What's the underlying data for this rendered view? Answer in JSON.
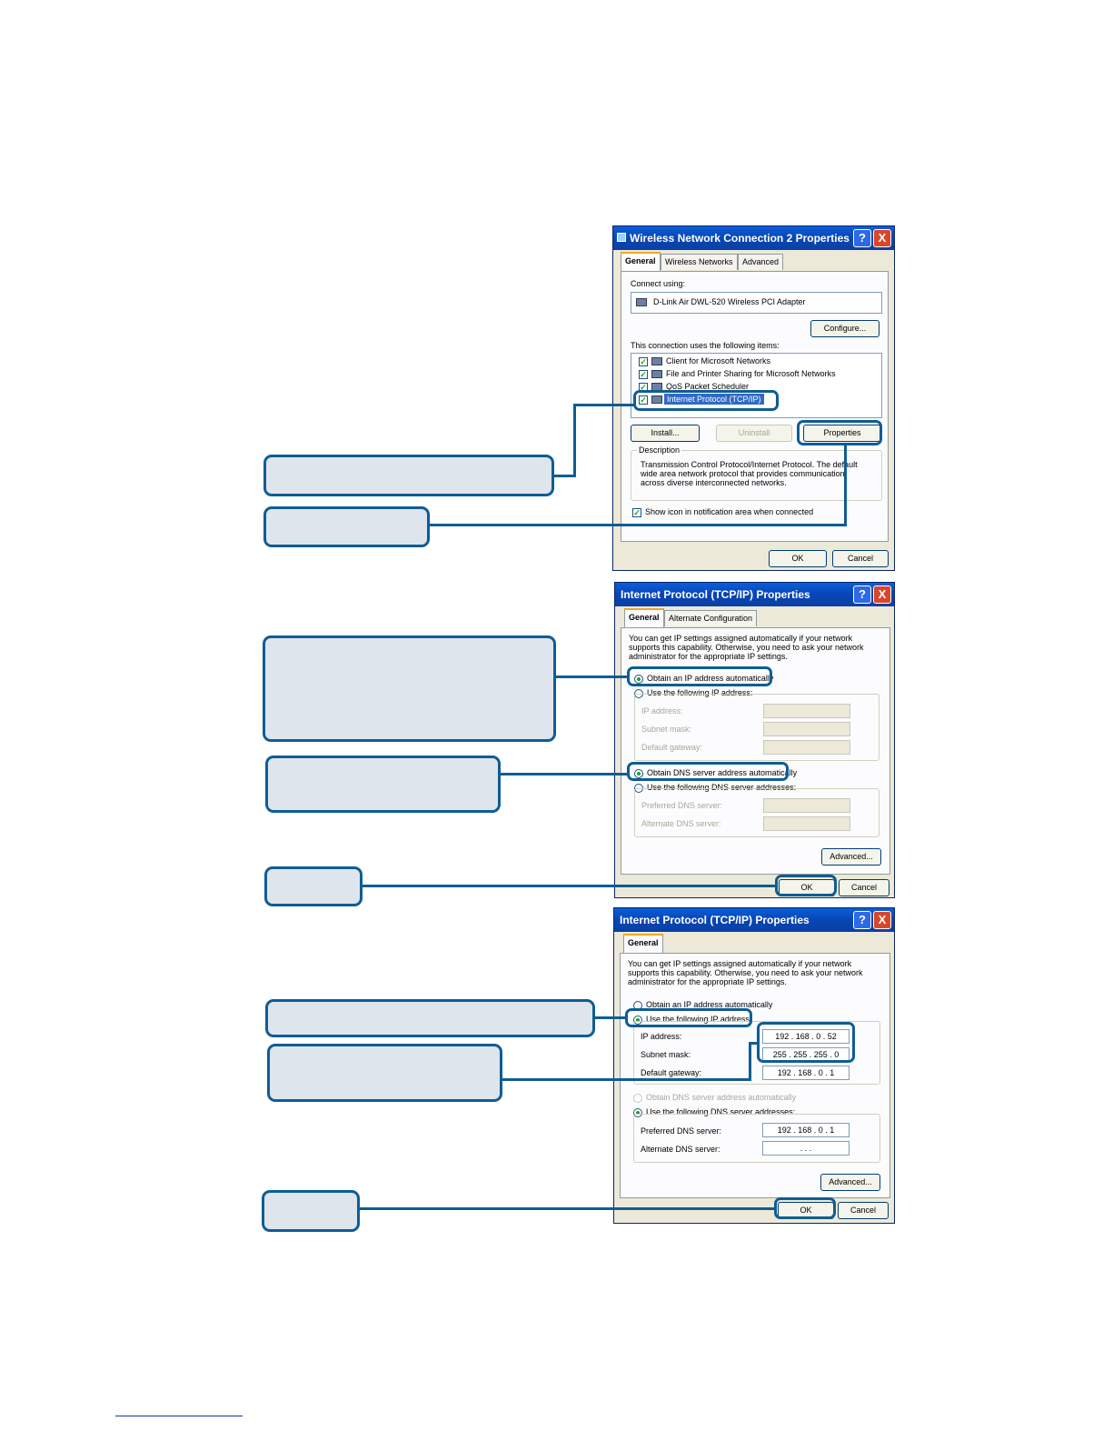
{
  "dialog1": {
    "title": "Wireless Network Connection 2 Properties",
    "help": "?",
    "close": "X",
    "tabs": [
      "General",
      "Wireless Networks",
      "Advanced"
    ],
    "connect_using_label": "Connect using:",
    "adapter": "D-Link Air DWL-520 Wireless PCI Adapter",
    "configure": "Configure...",
    "items_label": "This connection uses the following items:",
    "items": [
      "Client for Microsoft Networks",
      "File and Printer Sharing for Microsoft Networks",
      "QoS Packet Scheduler",
      "Internet Protocol (TCP/IP)"
    ],
    "install": "Install...",
    "uninstall": "Uninstall",
    "properties": "Properties",
    "description_label": "Description",
    "description": "Transmission Control Protocol/Internet Protocol. The default wide area network protocol that provides communication across diverse interconnected networks.",
    "show_icon": "Show icon in notification area when connected",
    "ok": "OK",
    "cancel": "Cancel"
  },
  "dialog2": {
    "title": "Internet Protocol (TCP/IP) Properties",
    "help": "?",
    "close": "X",
    "tabs": [
      "General",
      "Alternate Configuration"
    ],
    "intro": "You can get IP settings assigned automatically if your network supports this capability. Otherwise, you need to ask your network administrator for the appropriate IP settings.",
    "obtain_ip": "Obtain an IP address automatically",
    "use_ip": "Use the following IP address:",
    "ip_label": "IP address:",
    "mask_label": "Subnet mask:",
    "gateway_label": "Default gateway:",
    "obtain_dns": "Obtain DNS server address automatically",
    "use_dns": "Use the following DNS server addresses:",
    "pref_dns_label": "Preferred DNS server:",
    "alt_dns_label": "Alternate DNS server:",
    "advanced": "Advanced...",
    "ok": "OK",
    "cancel": "Cancel"
  },
  "dialog3": {
    "title": "Internet Protocol (TCP/IP) Properties",
    "help": "?",
    "close": "X",
    "tabs": [
      "General"
    ],
    "intro": "You can get IP settings assigned automatically if your network supports this capability. Otherwise, you need to ask your network administrator for the appropriate IP settings.",
    "obtain_ip": "Obtain an IP address automatically",
    "use_ip": "Use the following IP address:",
    "ip_label": "IP address:",
    "ip_value": "192 . 168 . 0 . 52",
    "mask_label": "Subnet mask:",
    "mask_value": "255 . 255 . 255 . 0",
    "gateway_label": "Default gateway:",
    "gateway_value": "192 . 168 . 0 . 1",
    "obtain_dns": "Obtain DNS server address automatically",
    "use_dns": "Use the following DNS server addresses:",
    "pref_dns_label": "Preferred DNS server:",
    "pref_dns_value": "192 . 168 . 0 . 1",
    "alt_dns_label": "Alternate DNS server:",
    "alt_dns_value": ".      .      .",
    "advanced": "Advanced...",
    "ok": "OK",
    "cancel": "Cancel"
  },
  "colors": {
    "callout_border": "#0f5d93",
    "callout_fill": "#dfe5ec",
    "title_bar": "#0847b8",
    "dialog_face": "#ece9d8"
  }
}
